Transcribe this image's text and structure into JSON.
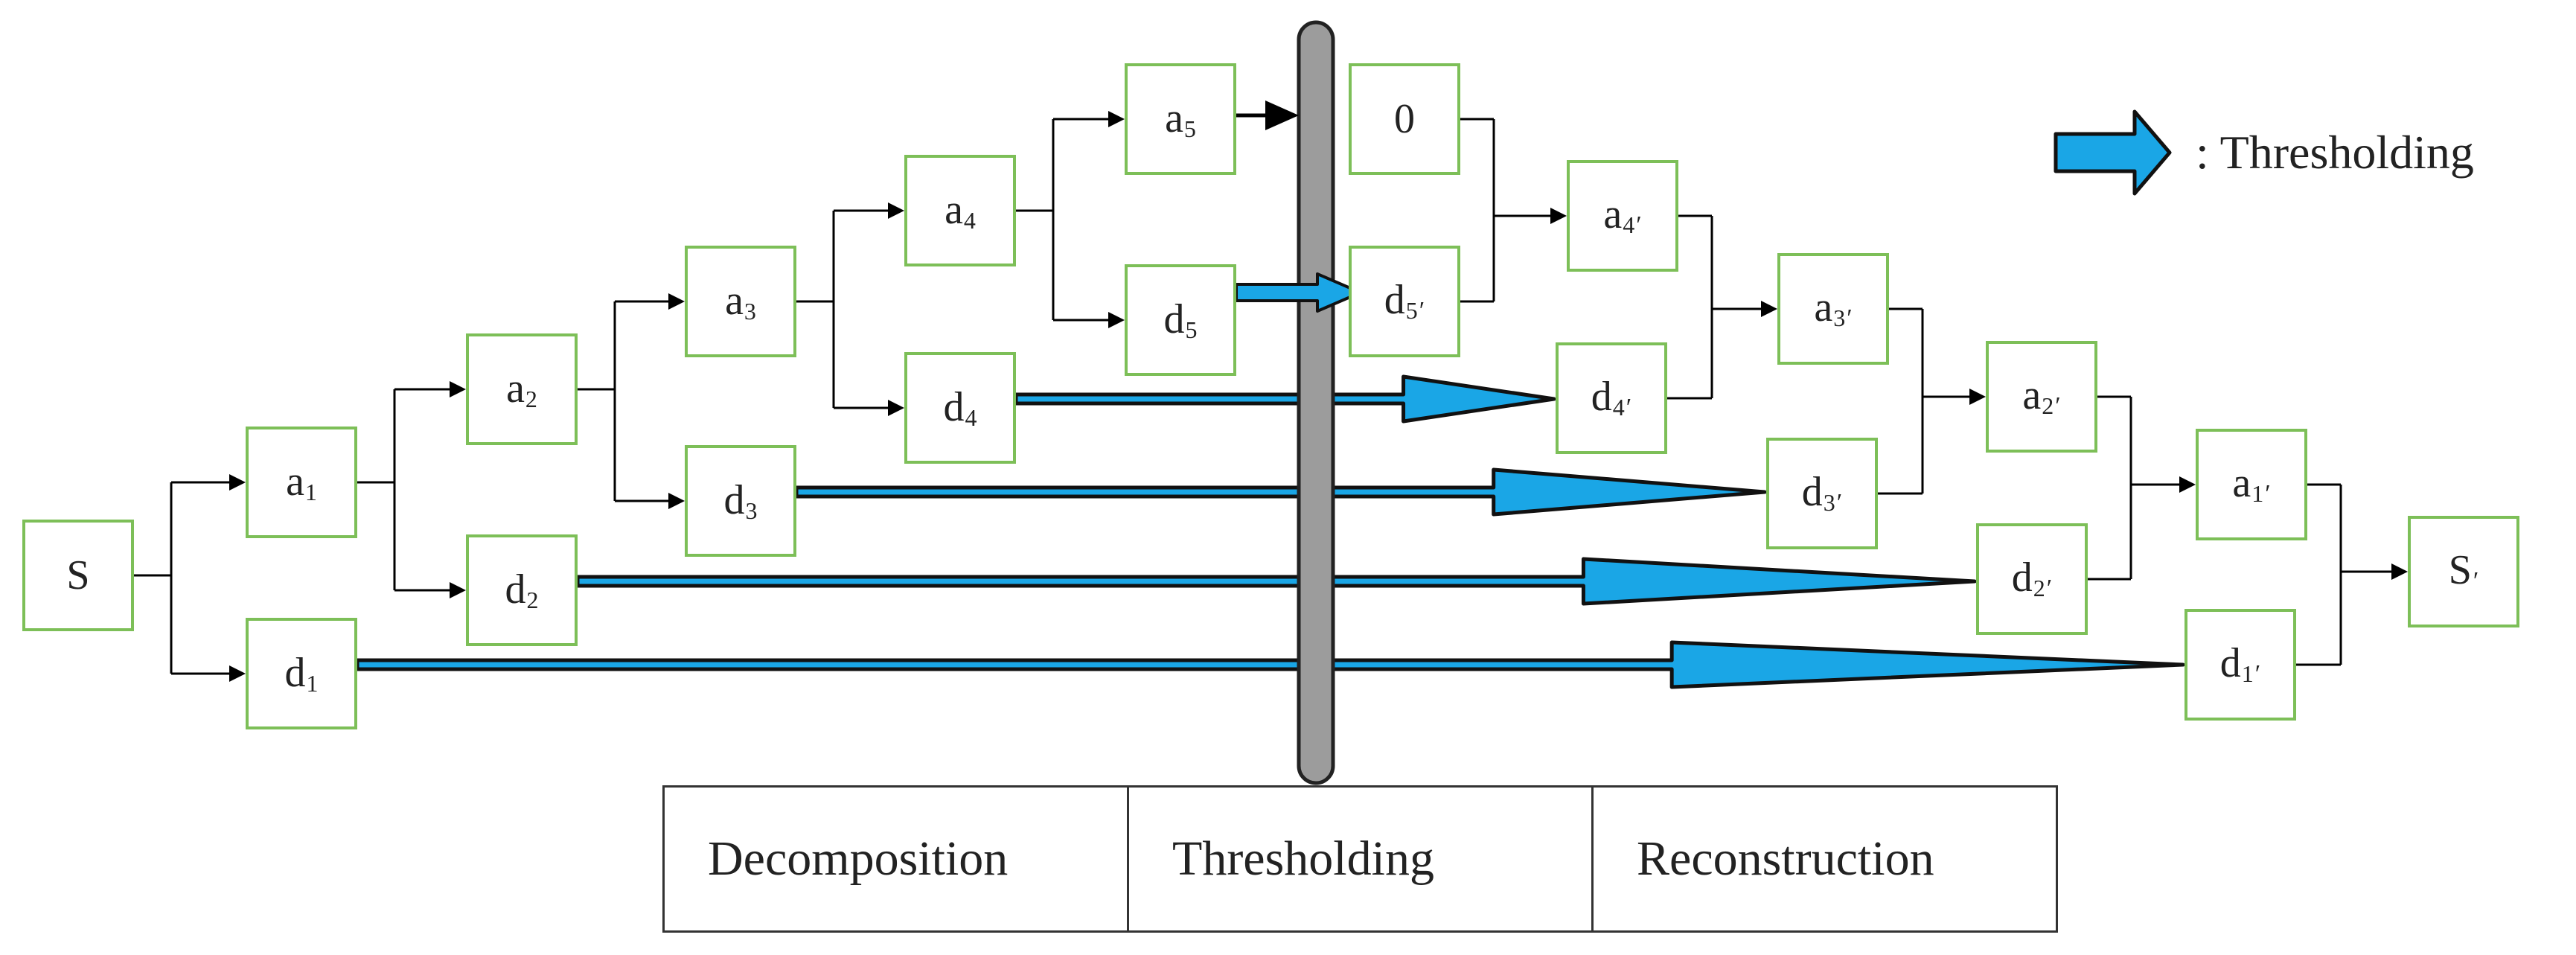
{
  "nodes": {
    "s": "S",
    "a1": "a",
    "a1_sub": "1",
    "a2": "a",
    "a2_sub": "2",
    "a3": "a",
    "a3_sub": "3",
    "a4": "a",
    "a4_sub": "4",
    "a5": "a",
    "a5_sub": "5",
    "d1": "d",
    "d1_sub": "1",
    "d2": "d",
    "d2_sub": "2",
    "d3": "d",
    "d3_sub": "3",
    "d4": "d",
    "d4_sub": "4",
    "d5": "d",
    "d5_sub": "5",
    "zero": "0",
    "d5p": "d",
    "d5p_sub": "5",
    "a4p": "a",
    "a4p_sub": "4",
    "d4p": "d",
    "d4p_sub": "4",
    "a3p": "a",
    "a3p_sub": "3",
    "d3p": "d",
    "d3p_sub": "3",
    "a2p": "a",
    "a2p_sub": "2",
    "d2p": "d",
    "d2p_sub": "2",
    "a1p": "a",
    "a1p_sub": "1",
    "d1p": "d",
    "d1p_sub": "1",
    "sp": "S",
    "prime": "′"
  },
  "legend": {
    "text": ": Thresholding"
  },
  "phases": [
    "Decomposition",
    "Thresholding",
    "Reconstruction"
  ],
  "colors": {
    "node_border": "#7dbf58",
    "threshold_arrow": "#1aa6e6",
    "barrier": "#9c9c9c"
  }
}
